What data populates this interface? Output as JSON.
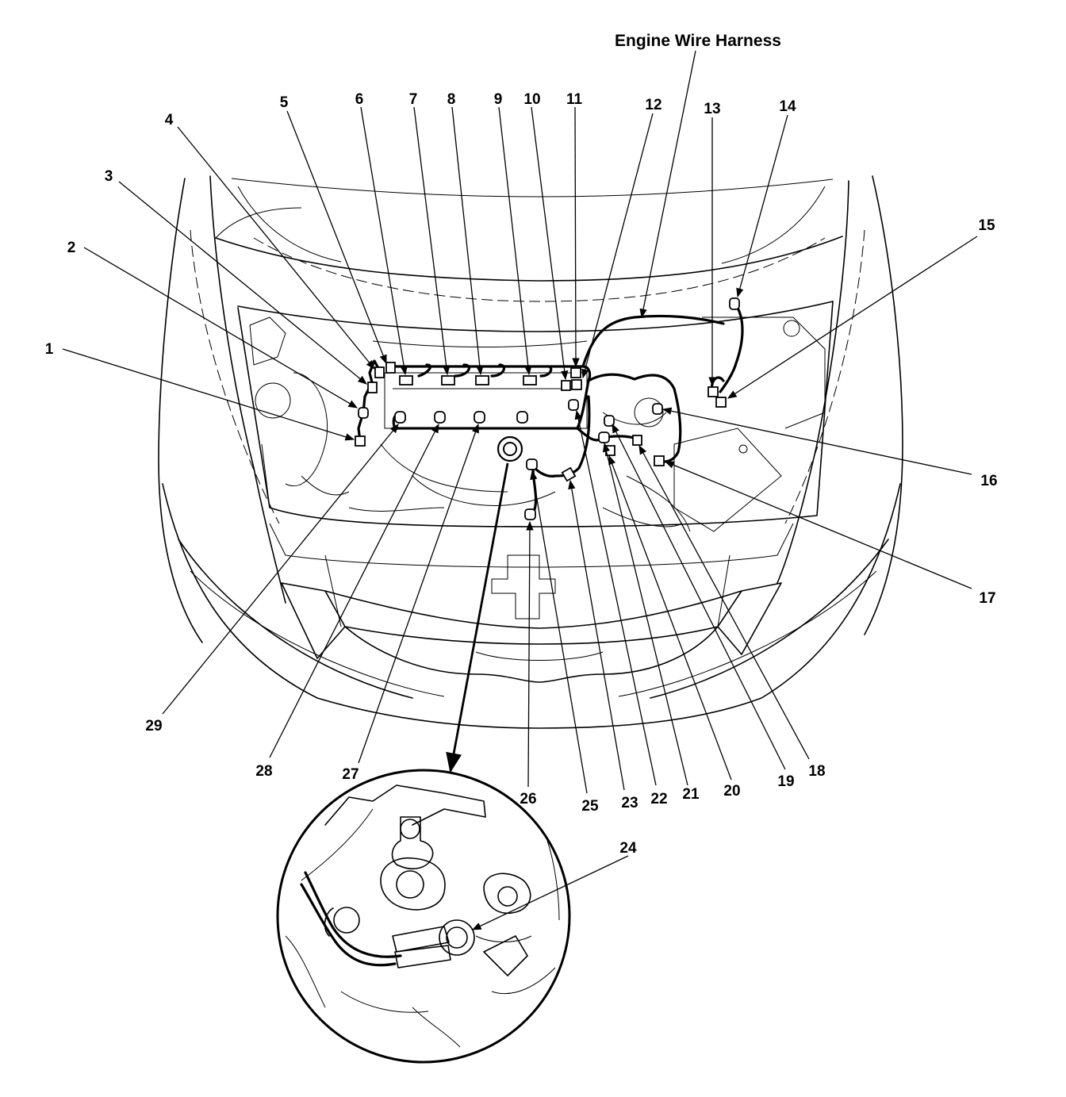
{
  "title": "Engine Wire Harness",
  "callouts": [
    "1",
    "2",
    "3",
    "4",
    "5",
    "6",
    "7",
    "8",
    "9",
    "10",
    "11",
    "12",
    "13",
    "14",
    "15",
    "16",
    "17",
    "18",
    "19",
    "20",
    "21",
    "22",
    "23",
    "24",
    "25",
    "26",
    "27",
    "28",
    "29"
  ]
}
